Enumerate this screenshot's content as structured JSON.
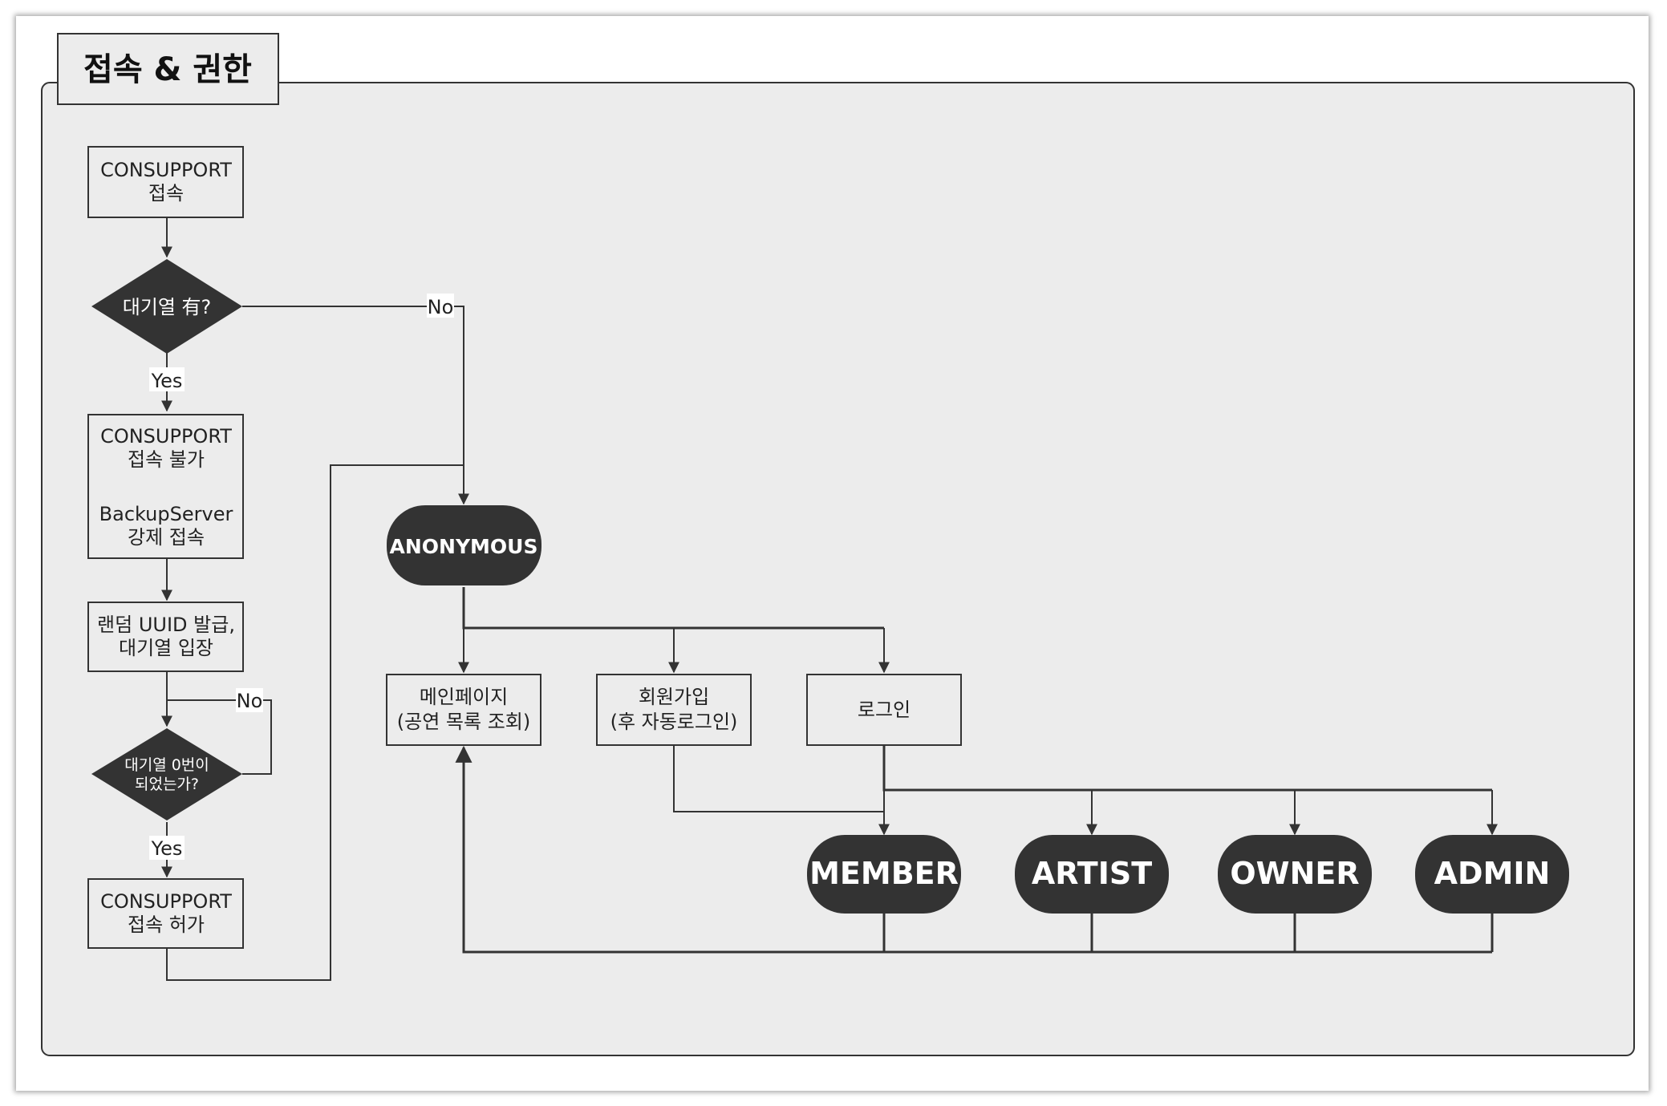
{
  "title": "접속 & 권한",
  "nodes": {
    "access": [
      "CONSUPPORT",
      "접속"
    ],
    "queue_q": "대기열 有?",
    "denied": [
      "CONSUPPORT",
      "접속 불가",
      "BackupServer",
      "강제 접속"
    ],
    "uuid": [
      "랜덤 UUID 발급,",
      "대기열 입장"
    ],
    "zero_q": [
      "대기열 0번이",
      "되었는가?"
    ],
    "allowed": [
      "CONSUPPORT",
      "접속 허가"
    ],
    "anonymous": "ANONYMOUS",
    "mainpage": [
      "메인페이지",
      "(공연 목록 조회)"
    ],
    "signup": [
      "회원가입",
      "(후 자동로그인)"
    ],
    "login": "로그인",
    "member": "MEMBER",
    "artist": "ARTIST",
    "owner": "OWNER",
    "admin": "ADMIN"
  },
  "edges": {
    "queue_no": "No",
    "queue_yes": "Yes",
    "zero_no": "No",
    "zero_yes": "Yes"
  },
  "colors": {
    "background": "#ececec",
    "dark": "#333333",
    "line": "#333333"
  }
}
